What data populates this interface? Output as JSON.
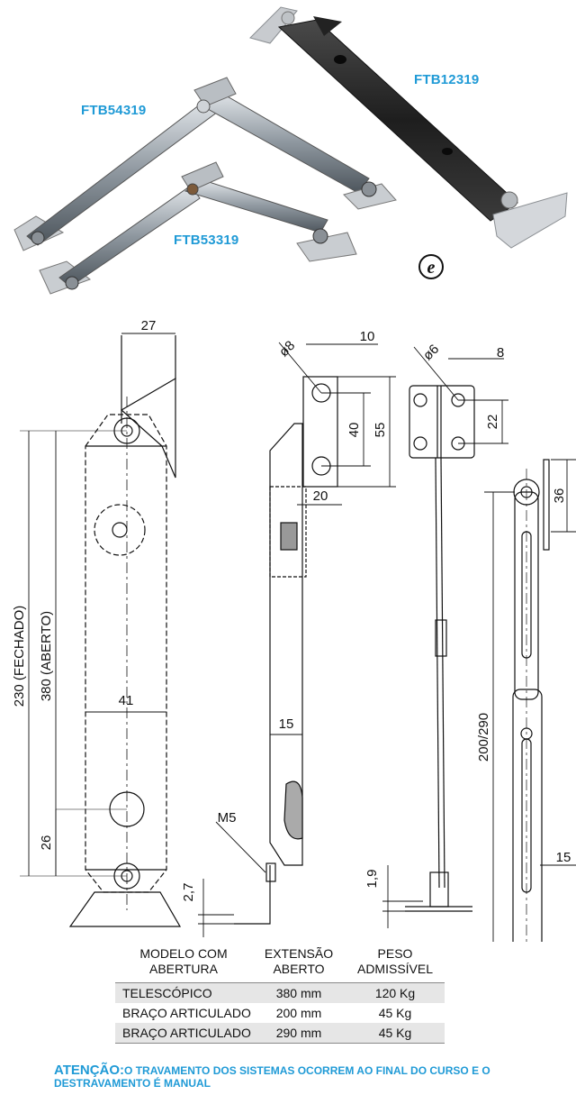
{
  "products": [
    {
      "code": "FTB54319"
    },
    {
      "code": "FTB12319"
    },
    {
      "code": "FTB53319"
    }
  ],
  "logo_letter": "e",
  "dimensions": {
    "front_width": "27",
    "inner_width": "41",
    "bottom_offset": "26",
    "length_closed_open_1": "230  (FECHADO)",
    "length_closed_open_2": "380  (ABERTO)",
    "hole_dia_8": "ø8",
    "edge_10": "10",
    "hole_spacing_40": "40",
    "bracket_55": "55",
    "bracket_20": "20",
    "body_15": "15",
    "thread_m5": "M5",
    "plate_2_7": "2,7",
    "hole_dia_6": "ø6",
    "edge_8": "8",
    "hole_spacing_22": "22",
    "plate_1_9": "1,9",
    "top_36": "36",
    "arm_length": "200/290",
    "arm_width_15": "15"
  },
  "spec_table": {
    "headers": [
      "MODELO COM\nABERTURA",
      "EXTENSÃO\nABERTO",
      "PESO\nADMISSÍVEL"
    ],
    "rows": [
      [
        "TELESCÓPICO",
        "380 mm",
        "120 Kg"
      ],
      [
        "BRAÇO ARTICULADO",
        "200 mm",
        "45 Kg"
      ],
      [
        "BRAÇO ARTICULADO",
        "290 mm",
        "45 Kg"
      ]
    ]
  },
  "note": {
    "label": "ATENÇÃO:",
    "text": "O TRAVAMENTO DOS SISTEMAS OCORREM AO FINAL DO CURSO E O DESTRAVAMENTO É MANUAL"
  },
  "colors": {
    "label_blue": "#1f9ad6",
    "table_shade": "#e6e6e6",
    "telescopic_body": "#2a2a2a",
    "arm_steel": "#9aa3ab"
  }
}
